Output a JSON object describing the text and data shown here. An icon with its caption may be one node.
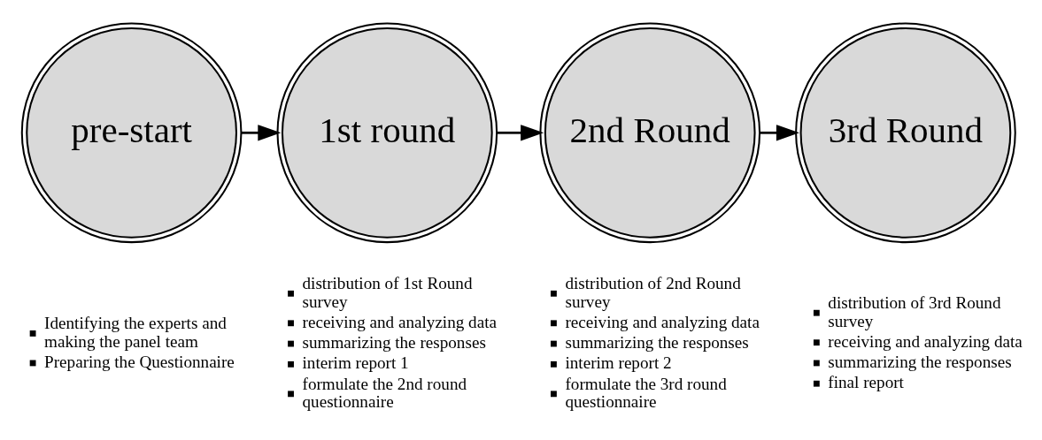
{
  "diagram": {
    "nodes": [
      {
        "text": [
          "pre-start"
        ],
        "beside": [
          "Identifying the experts and making the panel team",
          "Preparing the Questionnaire"
        ]
      },
      {
        "text": [
          "1st round"
        ],
        "beside": [
          "distribution of 1st Round survey",
          "receiving and analyzing data",
          "summarizing the responses",
          "interim report 1",
          "formulate the 2nd round questionnaire"
        ]
      },
      {
        "text": [
          "2nd Round"
        ],
        "beside": [
          "distribution of 2nd Round survey",
          "receiving and analyzing data",
          "summarizing the responses",
          "interim report 2",
          "formulate the 3rd round questionnaire"
        ]
      },
      {
        "text": [
          "3rd Round"
        ],
        "beside": [
          "distribution of 3rd Round survey",
          "receiving and analyzing data",
          "summarizing the responses",
          "final report"
        ]
      }
    ],
    "edges": [
      {
        "from": 0,
        "to": 1,
        "arrow": "to"
      },
      {
        "from": 1,
        "to": 2,
        "arrow": "to"
      },
      {
        "from": 2,
        "to": 3,
        "arrow": "to"
      }
    ]
  }
}
